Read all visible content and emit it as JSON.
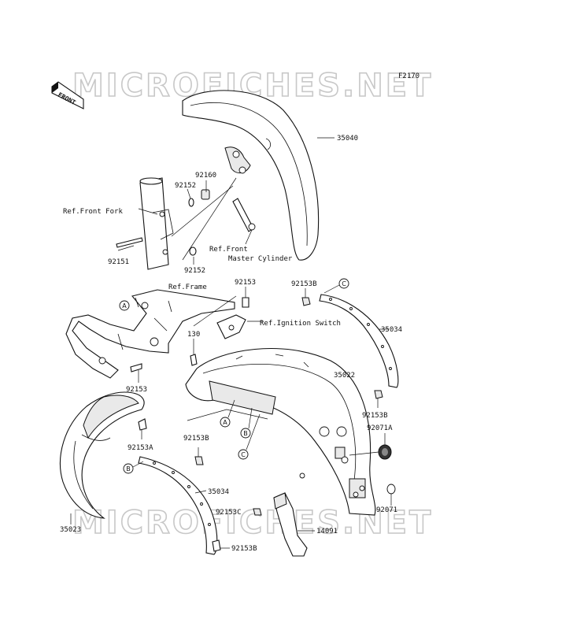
{
  "diagram_code": "F2170",
  "watermark": "MICROFICHES.NET",
  "front_marker": "FRONT",
  "part_labels": {
    "p35040": "35040",
    "p92160": "92160",
    "p92152a": "92152",
    "p92151": "92151",
    "p92152b": "92152",
    "p92153a": "92153",
    "p92153Ba": "92153B",
    "p35034a": "35034",
    "p130": "130",
    "p35022": "35022",
    "p92153": "92153",
    "p92153Bb": "92153B",
    "p92071A": "92071A",
    "p92153A": "92153A",
    "p92153Bc": "92153B",
    "p35034b": "35034",
    "p92153C": "92153C",
    "p92071": "92071",
    "p35023": "35023",
    "p92153Bd": "92153B",
    "p14091": "14091"
  },
  "ref_labels": {
    "front_fork": "Ref.Front Fork",
    "front_master_1": "Ref.Front",
    "front_master_2": "Master Cylinder",
    "frame": "Ref.Frame",
    "ignition": "Ref.Ignition Switch"
  },
  "callouts": {
    "A1": "A",
    "C1": "C",
    "A2": "A",
    "B1": "B",
    "C2": "C",
    "B2": "B"
  }
}
